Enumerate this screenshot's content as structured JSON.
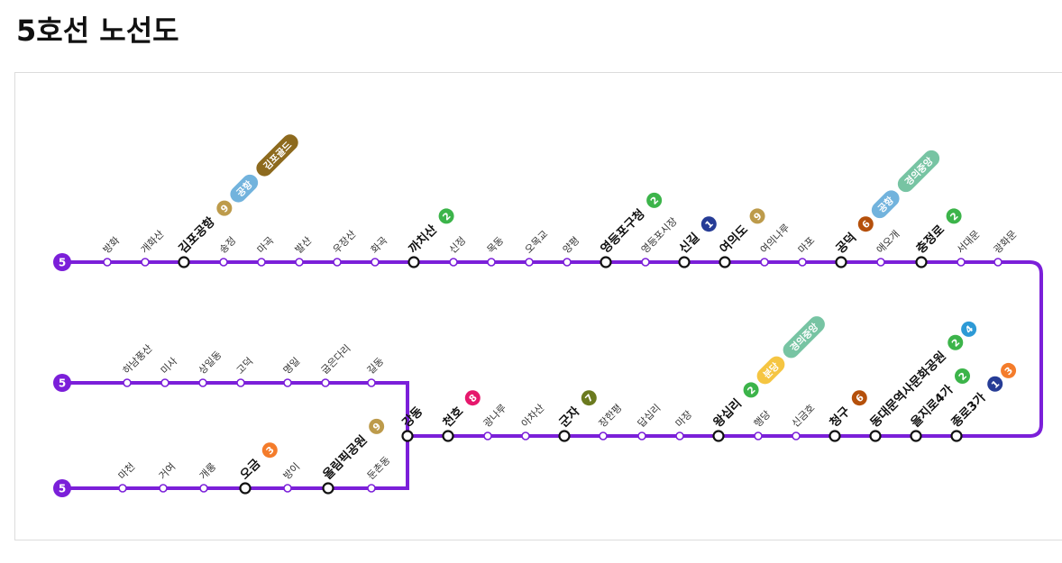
{
  "page": {
    "title": "5호선 노선도"
  },
  "line": {
    "number": "5",
    "color": "#7b1fd9"
  },
  "transfer_colors": {
    "1": "#263c96",
    "2": "#3cb44a",
    "3": "#f47c2b",
    "6": "#b5500b",
    "7": "#6b7a1f",
    "8": "#e6186c",
    "9": "#bd9b4b",
    "4": "#2d9ad6",
    "공항": "#72b3dd",
    "김포골드": "#8d6a1e",
    "경의중앙": "#77c4a3",
    "분당": "#f5c542"
  },
  "sections": {
    "main": [
      {
        "name": "방화"
      },
      {
        "name": "개화산"
      },
      {
        "name": "김포공항",
        "transfer": true,
        "lines": [
          "9",
          "공항",
          "김포골드"
        ]
      },
      {
        "name": "송정"
      },
      {
        "name": "마곡"
      },
      {
        "name": "발산"
      },
      {
        "name": "우장산"
      },
      {
        "name": "화곡"
      },
      {
        "name": "까치산",
        "transfer": true,
        "lines": [
          "2"
        ]
      },
      {
        "name": "신정"
      },
      {
        "name": "목동"
      },
      {
        "name": "오목교"
      },
      {
        "name": "양평"
      },
      {
        "name": "영등포구청",
        "transfer": true,
        "lines": [
          "2"
        ]
      },
      {
        "name": "영등포시장"
      },
      {
        "name": "신길",
        "transfer": true,
        "lines": [
          "1"
        ]
      },
      {
        "name": "여의도",
        "transfer": true,
        "lines": [
          "9"
        ]
      },
      {
        "name": "여의나루"
      },
      {
        "name": "마포"
      },
      {
        "name": "공덕",
        "transfer": true,
        "lines": [
          "6",
          "공항",
          "경의중앙"
        ]
      },
      {
        "name": "애오개"
      },
      {
        "name": "충정로",
        "transfer": true,
        "lines": [
          "2"
        ]
      },
      {
        "name": "서대문"
      },
      {
        "name": "광화문"
      }
    ],
    "east": [
      {
        "name": "강동",
        "transfer": true,
        "lines": []
      },
      {
        "name": "천호",
        "transfer": true,
        "lines": [
          "8"
        ]
      },
      {
        "name": "광나루"
      },
      {
        "name": "아차산"
      },
      {
        "name": "군자",
        "transfer": true,
        "lines": [
          "7"
        ]
      },
      {
        "name": "장한평"
      },
      {
        "name": "답십리"
      },
      {
        "name": "마장"
      },
      {
        "name": "왕십리",
        "transfer": true,
        "lines": [
          "2",
          "분당",
          "경의중앙"
        ]
      },
      {
        "name": "행당"
      },
      {
        "name": "신금호"
      },
      {
        "name": "청구",
        "transfer": true,
        "lines": [
          "6"
        ]
      },
      {
        "name": "동대문역사문화공원",
        "transfer": true,
        "lines": [
          "2",
          "4"
        ]
      },
      {
        "name": "을지로4가",
        "transfer": true,
        "lines": [
          "2"
        ]
      },
      {
        "name": "종로3가",
        "transfer": true,
        "lines": [
          "1",
          "3"
        ]
      }
    ],
    "hanam": [
      {
        "name": "하남풍산"
      },
      {
        "name": "미사"
      },
      {
        "name": "상일동"
      },
      {
        "name": "고덕"
      },
      {
        "name": "명일"
      },
      {
        "name": "굽은다리"
      },
      {
        "name": "길동"
      }
    ],
    "macheon": [
      {
        "name": "마천"
      },
      {
        "name": "거여"
      },
      {
        "name": "개롱"
      },
      {
        "name": "오금",
        "transfer": true,
        "lines": [
          "3"
        ]
      },
      {
        "name": "방이"
      },
      {
        "name": "올림픽공원",
        "transfer": true,
        "lines": [
          "9"
        ]
      },
      {
        "name": "둔촌동"
      }
    ]
  }
}
